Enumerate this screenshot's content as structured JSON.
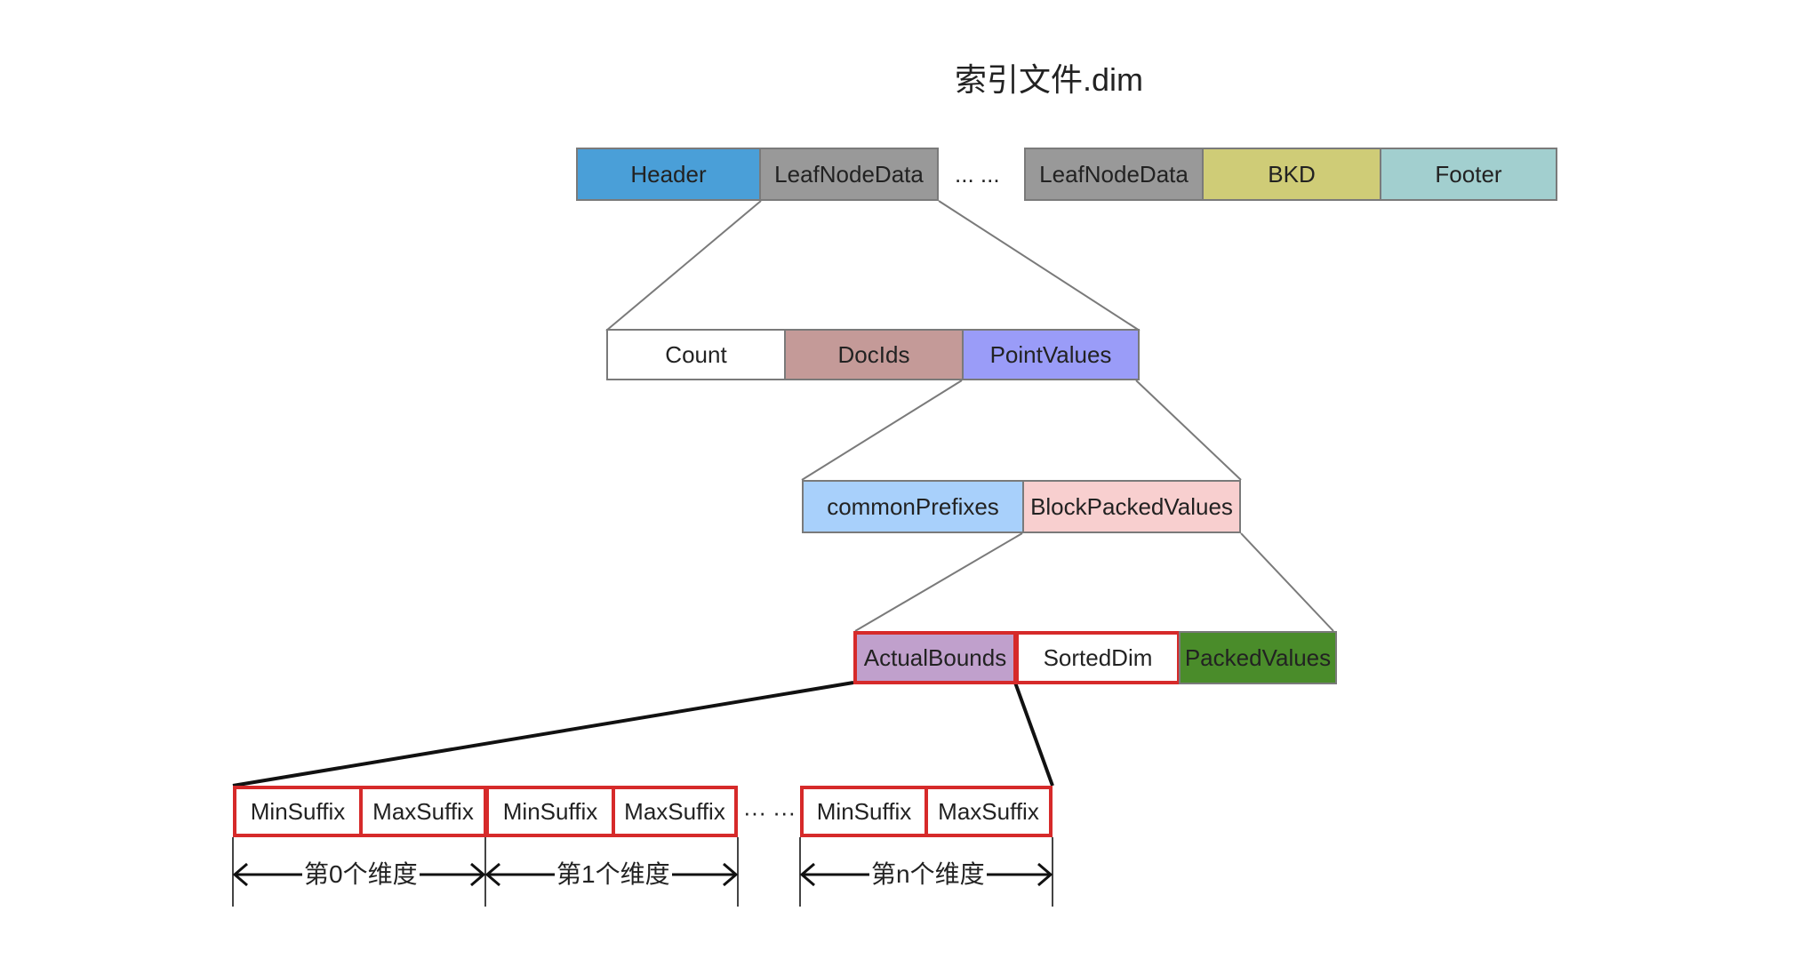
{
  "title": "索引文件.dim",
  "row1": {
    "header": "Header",
    "leaf_a": "LeafNodeData",
    "ellipsis": "... ...",
    "leaf_b": "LeafNodeData",
    "bkd": "BKD",
    "footer": "Footer"
  },
  "row2": {
    "count": "Count",
    "docids": "DocIds",
    "pointvalues": "PointValues"
  },
  "row3": {
    "common": "commonPrefixes",
    "block": "BlockPackedValues"
  },
  "row4": {
    "actual": "ActualBounds",
    "sorted": "SortedDim",
    "packed": "PackedValues"
  },
  "row5": {
    "min": "MinSuffix",
    "max": "MaxSuffix",
    "ellipsis": "··· ···"
  },
  "dims": {
    "d0": "第0个维度",
    "d1": "第1个维度",
    "dn": "第n个维度"
  },
  "colors": {
    "header": "#4a9fd8",
    "leafnodedata": "#999999",
    "bkd": "#cfcc77",
    "footer": "#a2cfcf",
    "count": "#ffffff",
    "docids": "#c49a98",
    "pointvalues": "#9a9cf8",
    "commonprefixes": "#a8d0fb",
    "blockpackedvalues": "#f8cfcf",
    "actualbounds": "#c0a0cc",
    "sorteddim": "#ffffff",
    "packedvalues": "#4a8c2a",
    "highlight_border": "#d62a2a"
  }
}
